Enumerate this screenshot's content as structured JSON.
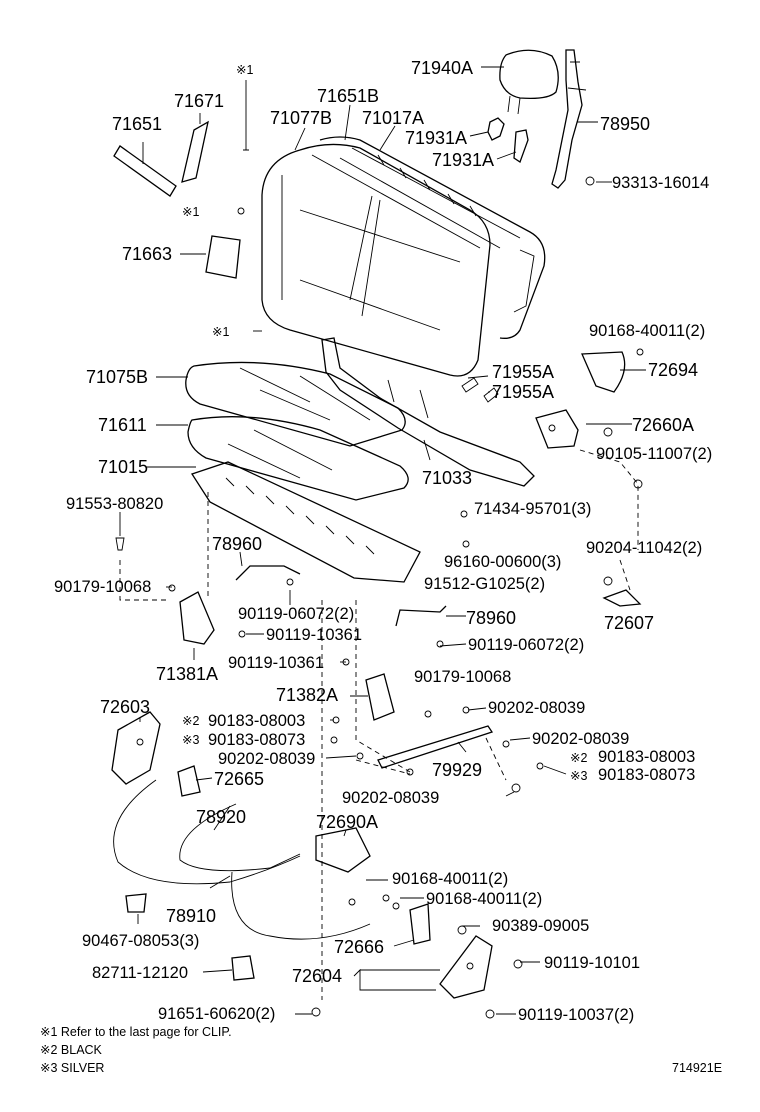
{
  "labels": {
    "p71940A": "71940A",
    "p78950": "78950",
    "p93313": "93313-16014",
    "p71651B": "71651B",
    "p71017A": "71017A",
    "p71931A_1": "71931A",
    "p71931A_2": "71931A",
    "p71651": "71651",
    "p71671": "71671",
    "p71077B": "71077B",
    "p71663": "71663",
    "p90168_a": "90168-40011(2)",
    "p72694": "72694",
    "p71955A_1": "71955A",
    "p71955A_2": "71955A",
    "p71075B": "71075B",
    "p72660A": "72660A",
    "p71611": "71611",
    "p90105": "90105-11007(2)",
    "p71015": "71015",
    "p71033": "71033",
    "p91553": "91553-80820",
    "p71434": "71434-95701(3)",
    "p90204": "90204-11042(2)",
    "p78960_a": "78960",
    "p96160": "96160-00600(3)",
    "p90179_a": "90179-10068",
    "p91512": "91512-G1025(2)",
    "p90119_06072_a": "90119-06072(2)",
    "p72607": "72607",
    "p78960_b": "78960",
    "p90119_10361_a": "90119-10361",
    "p90119_06072_b": "90119-06072(2)",
    "p71381A": "71381A",
    "p90119_10361_b": "90119-10361",
    "p90179_b": "90179-10068",
    "p71382A": "71382A",
    "p90202_a": "90202-08039",
    "p72603": "72603",
    "p90183_08003_a": "90183-08003",
    "p90183_08073_a": "90183-08073",
    "p90202_b": "90202-08039",
    "p90202_c": "90202-08039",
    "p90183_08003_b": "90183-08003",
    "p79929": "79929",
    "p90183_08073_b": "90183-08073",
    "p72665": "72665",
    "p90202_d": "90202-08039",
    "p78920": "78920",
    "p72690A": "72690A",
    "p90168_b": "90168-40011(2)",
    "p90168_c": "90168-40011(2)",
    "p78910": "78910",
    "p90389": "90389-09005",
    "p90467": "90467-08053(3)",
    "p72666": "72666",
    "p90119_10101": "90119-10101",
    "p82711": "82711-12120",
    "p72604": "72604",
    "p91651": "91651-60620(2)",
    "p90119_10037": "90119-10037(2)"
  },
  "marks": {
    "clip_1": "※1",
    "clip_2": "※1",
    "clip_3": "※1",
    "black_a": "※2",
    "silver_a": "※3",
    "black_b": "※2",
    "silver_b": "※3"
  },
  "notes": {
    "note1": "※1 Refer to the last page for CLIP.",
    "note2": "※2 BLACK",
    "note3": "※3 SILVER"
  },
  "figure_id": "714921E"
}
